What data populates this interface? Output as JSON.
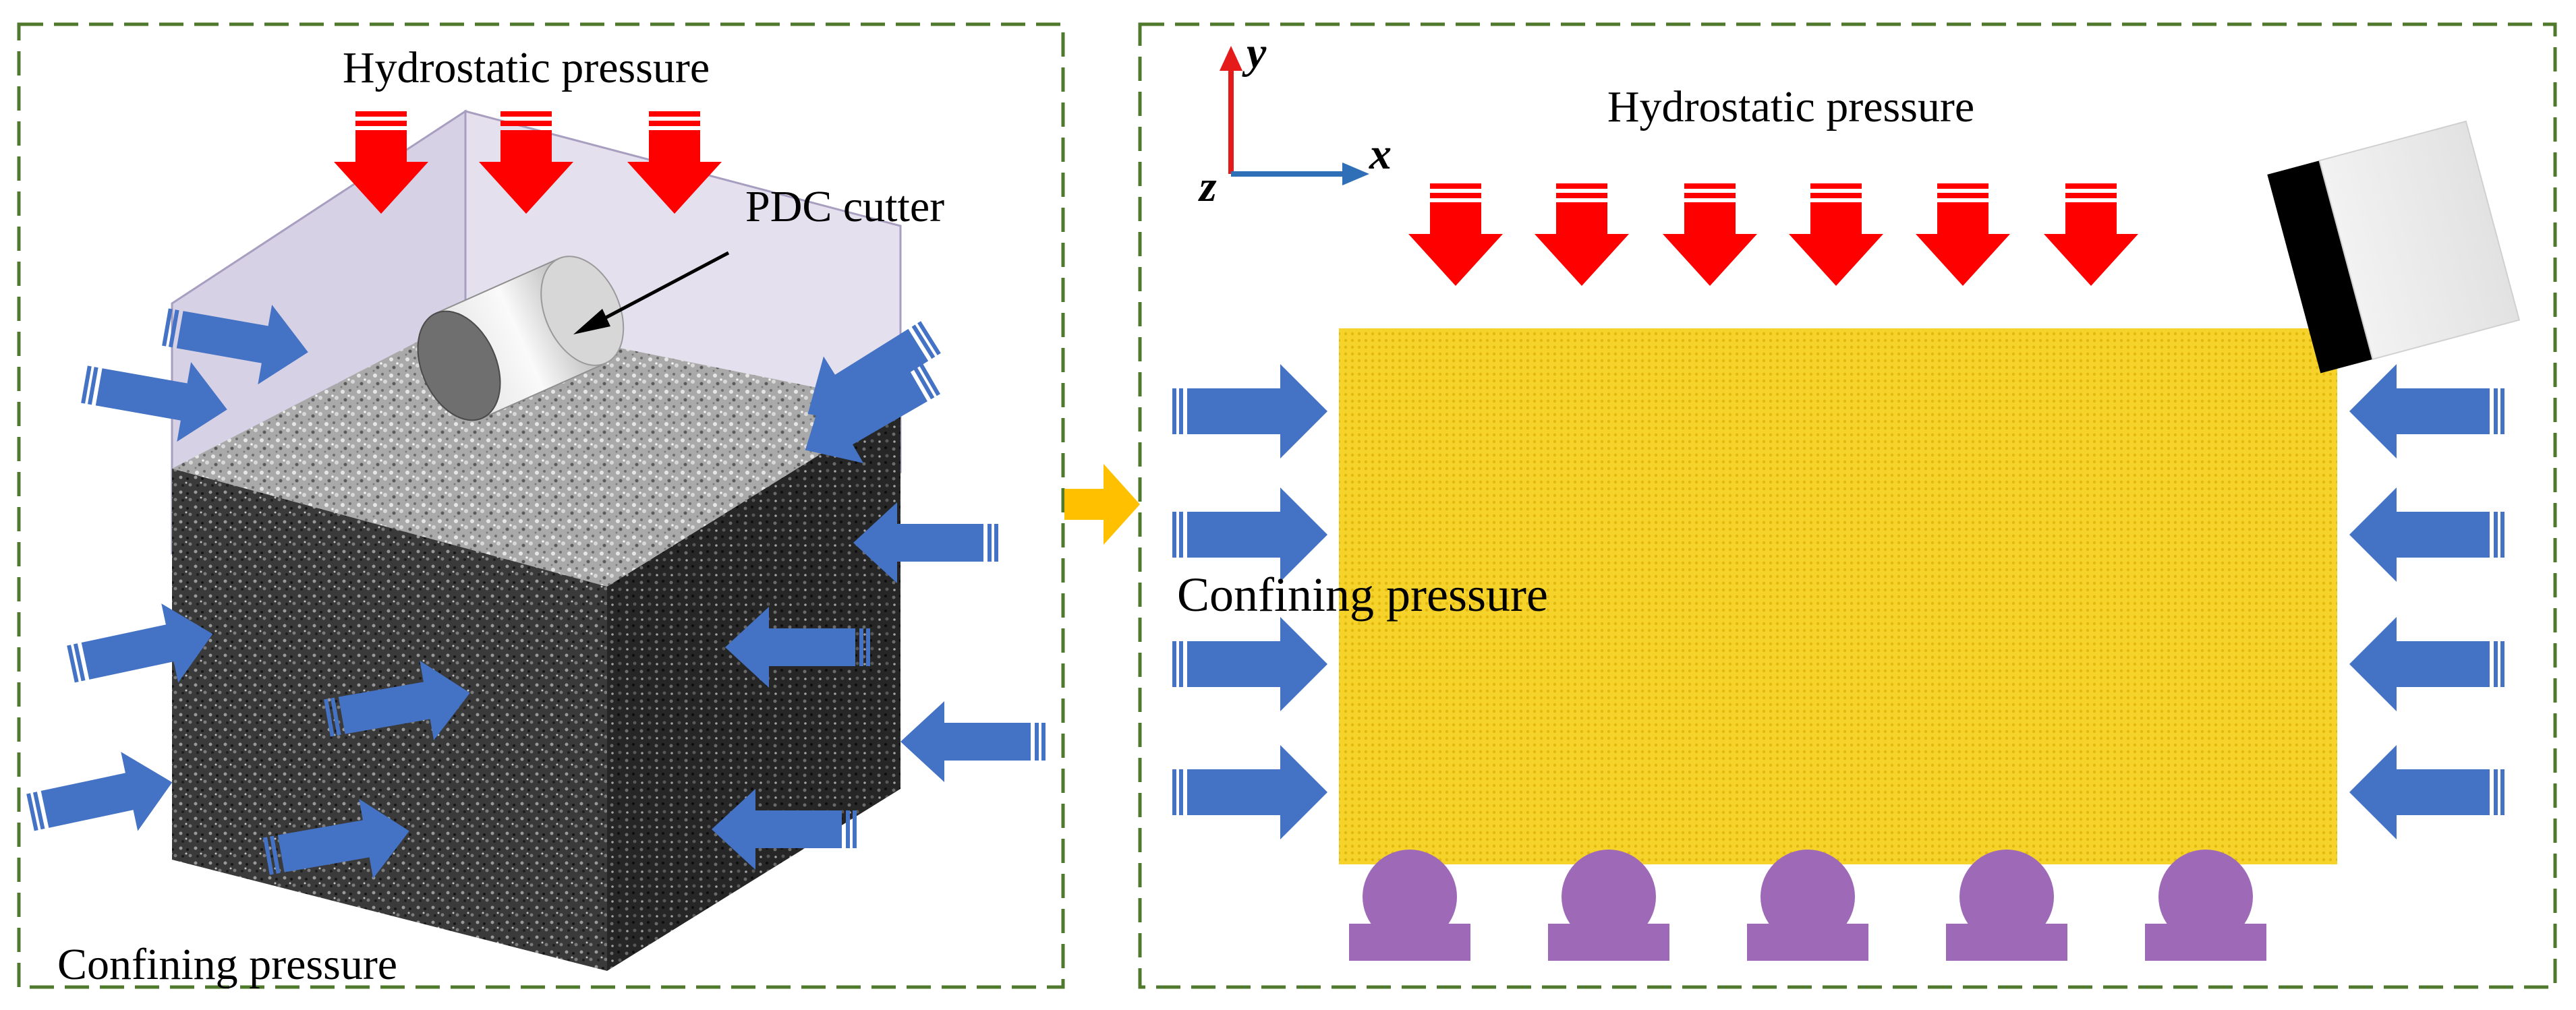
{
  "left_panel": {
    "top_label": "Hydrostatic pressure",
    "cutter_label": "PDC cutter",
    "bottom_label": "Confining pressure"
  },
  "right_panel": {
    "top_label": "Hydrostatic pressure",
    "side_label": "Confining pressure",
    "axes": {
      "y": "y",
      "x": "x",
      "z": "z"
    }
  },
  "colors": {
    "frame_dash": "#4f7a2e",
    "hydrostatic_arrow": "#ff0000",
    "confining_arrow": "#4472c4",
    "transition_arrow": "#ffc000",
    "rock_sample_2d": "#f5d32a",
    "support": "#9e6ab8",
    "axis_y": "#e51a1a",
    "axis_x": "#2e6fb8"
  }
}
